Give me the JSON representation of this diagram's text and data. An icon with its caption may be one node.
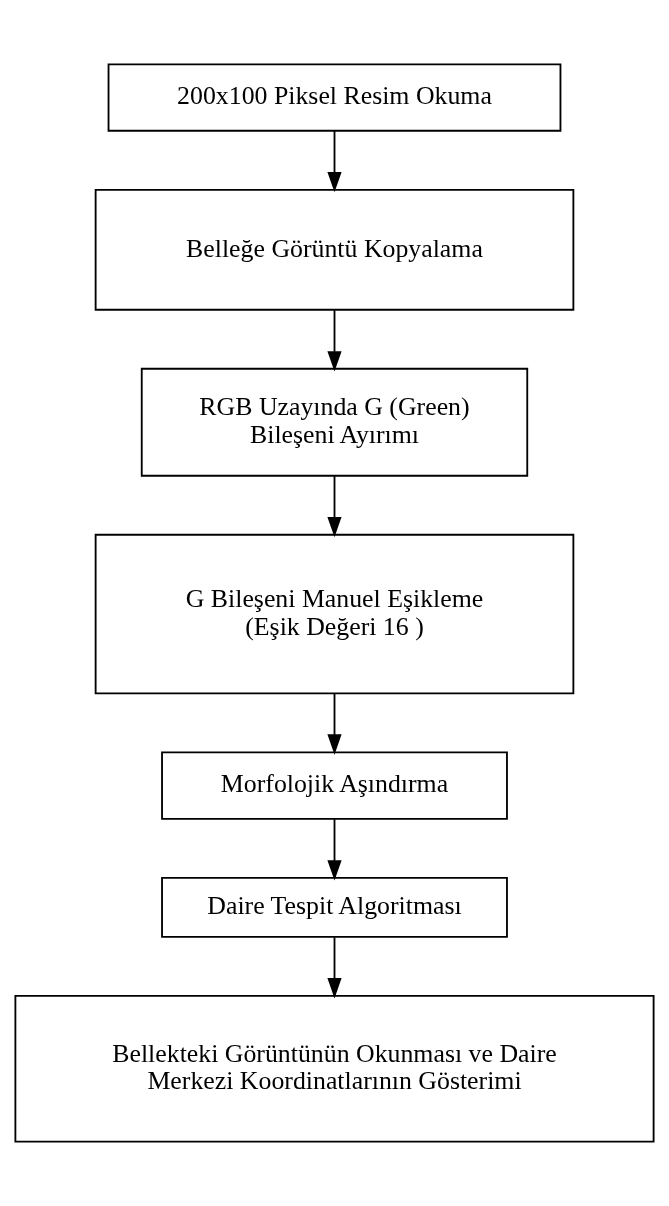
{
  "diagram": {
    "nodes": [
      {
        "text": [
          "200x100 Piksel Resim Okuma"
        ]
      },
      {
        "text": [
          "Belleğe Görüntü Kopyalama"
        ]
      },
      {
        "text": [
          "RGB Uzayında G (Green) Bileşeni Ayırımı"
        ]
      },
      {
        "text": [
          "G Bileşeni Manuel Eşikleme (Eşik Değeri 16 )"
        ]
      },
      {
        "text": [
          "Morfolojik Aşındırma"
        ]
      },
      {
        "text": [
          "Daire Tespit Algoritması"
        ]
      },
      {
        "text": [
          "Bellekteki Görüntünün Okunması ve Daire Merkezi Koordinatlarının Gösterimi"
        ]
      }
    ],
    "edges": [
      {
        "from": 0,
        "to": 1,
        "arrow": "to"
      },
      {
        "from": 1,
        "to": 2,
        "arrow": "to"
      },
      {
        "from": 2,
        "to": 3,
        "arrow": "to"
      },
      {
        "from": 3,
        "to": 4,
        "arrow": "to"
      },
      {
        "from": 4,
        "to": 5,
        "arrow": "to"
      },
      {
        "from": 5,
        "to": 6,
        "arrow": "to"
      }
    ]
  }
}
